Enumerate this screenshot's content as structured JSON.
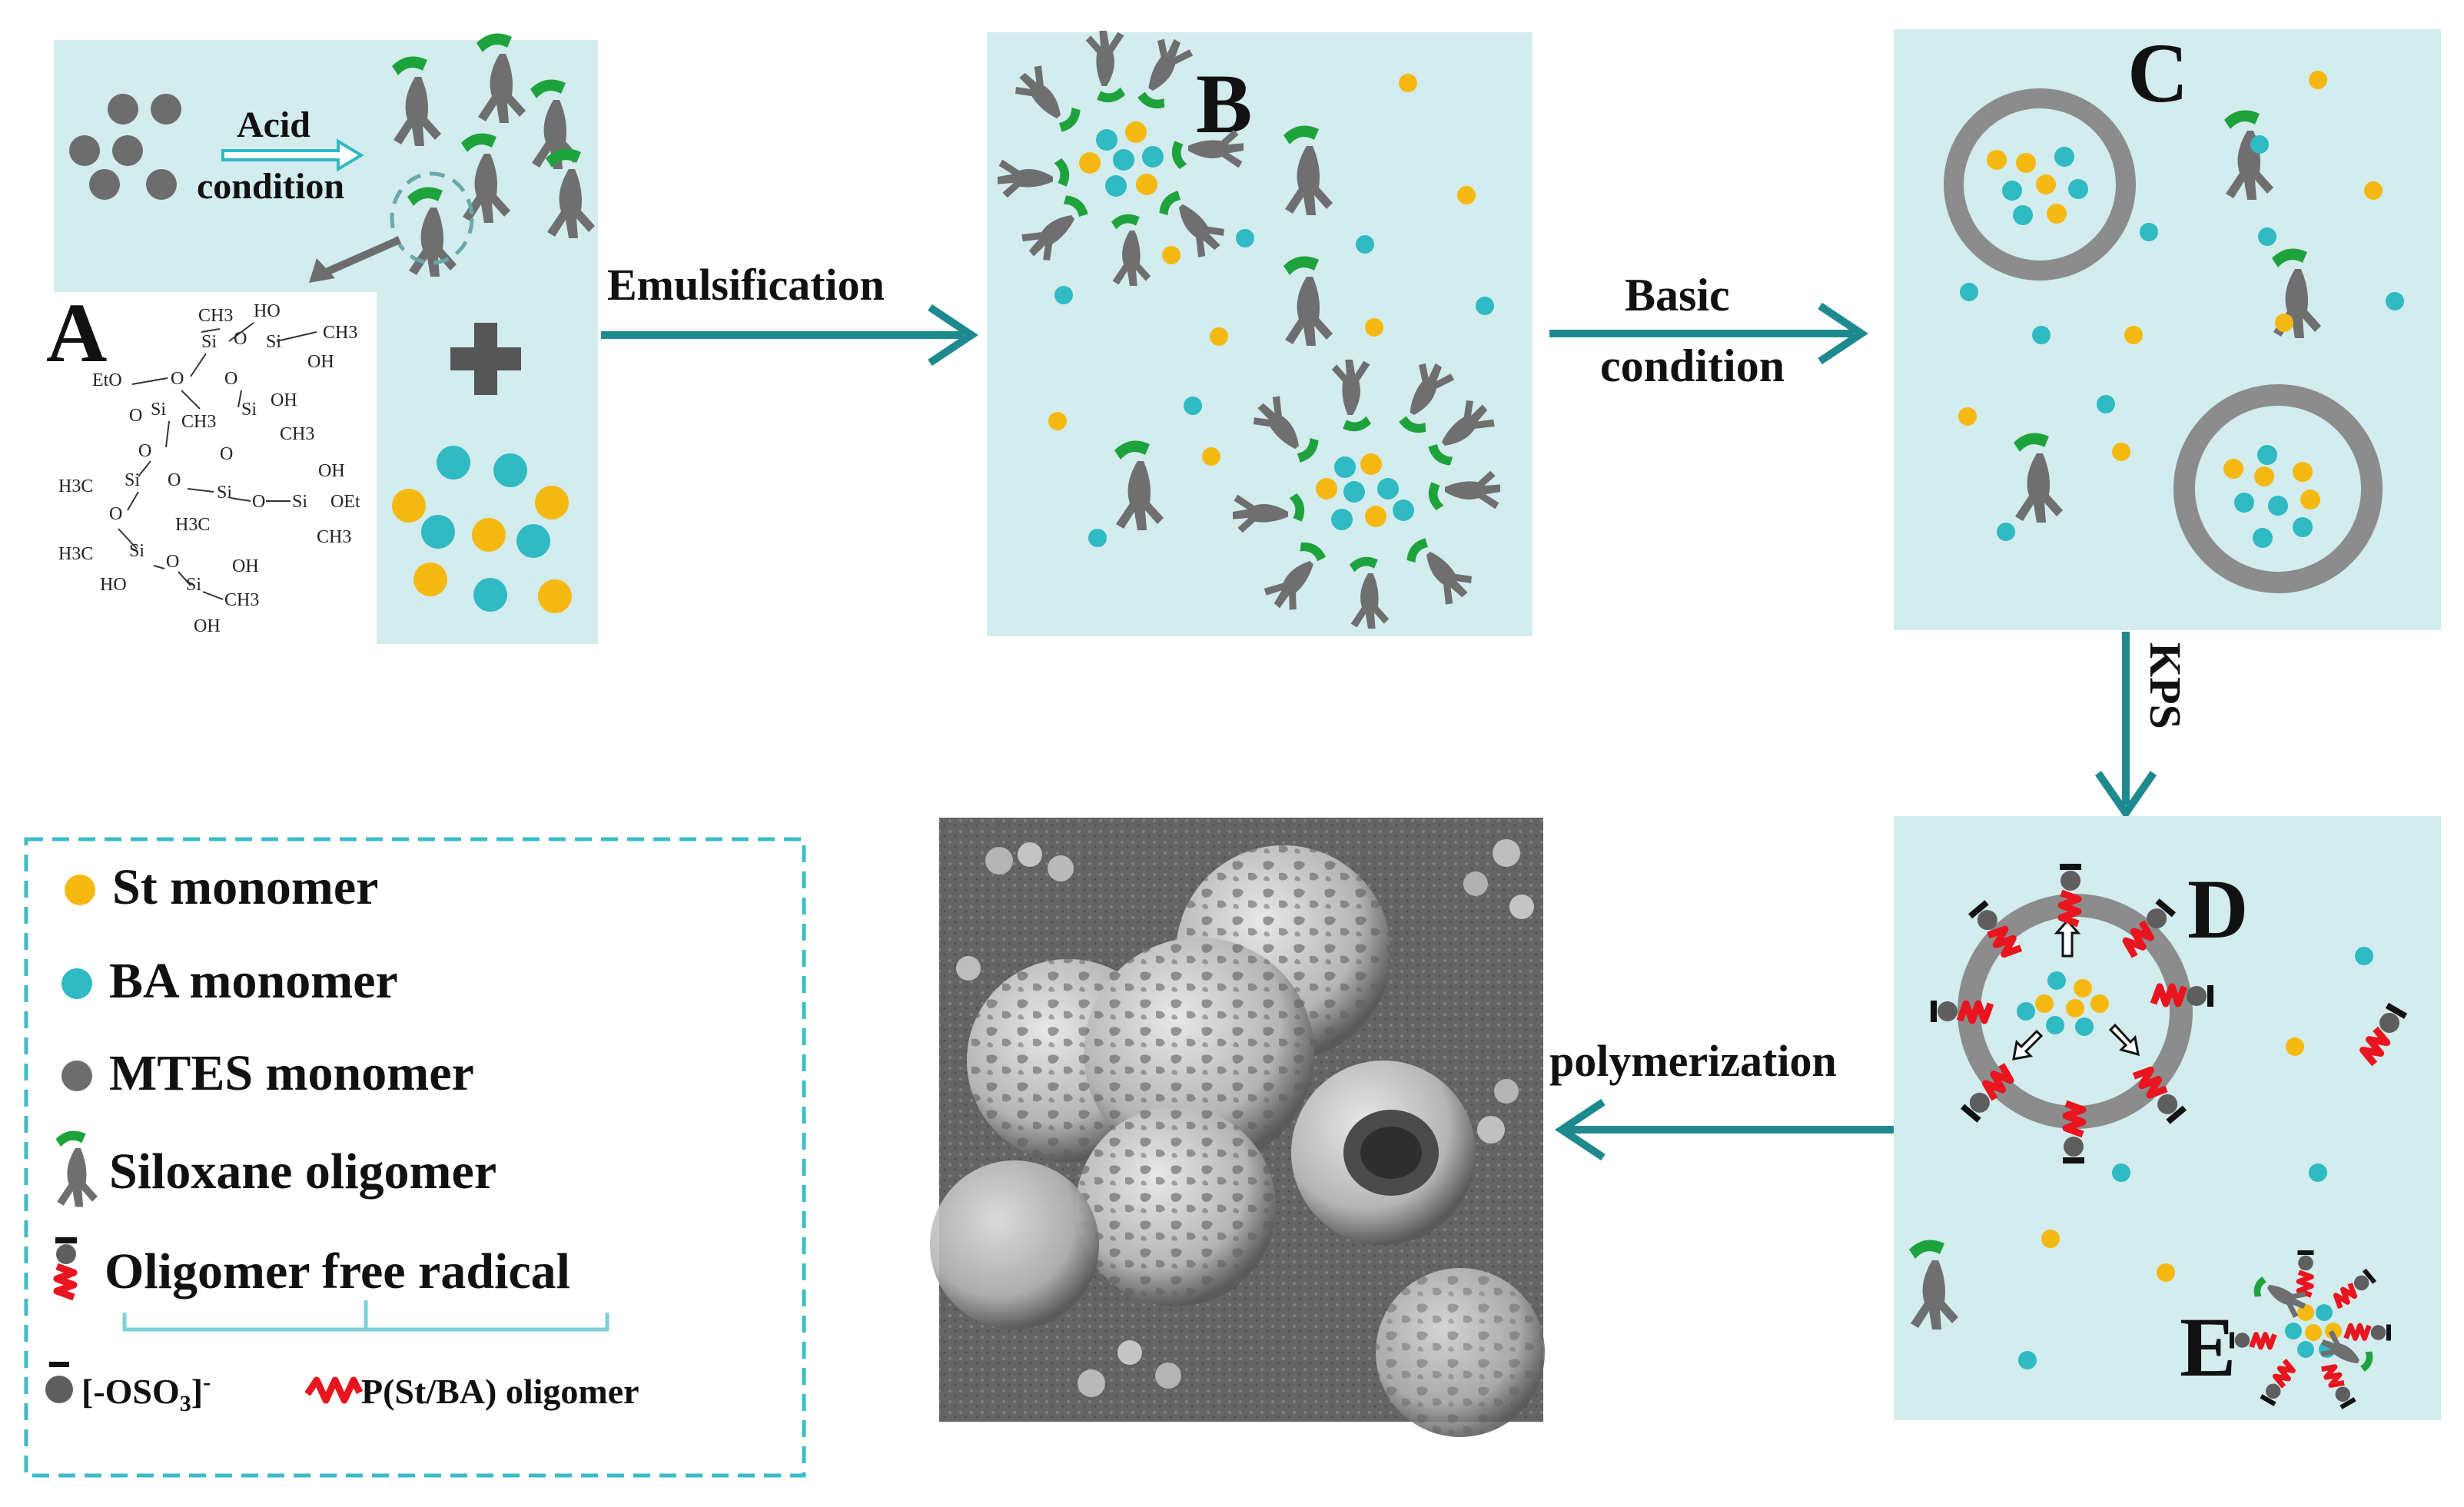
{
  "panels": {
    "A": {
      "label": "A",
      "acid_line1": "Acid",
      "acid_line2": "condition"
    },
    "B": {
      "label": "B"
    },
    "C": {
      "label": "C"
    },
    "D": {
      "label": "D"
    },
    "E": {
      "label": "E"
    }
  },
  "arrows": {
    "emulsification": "Emulsification",
    "basic_line1": "Basic",
    "basic_line2": "condition",
    "kps": "KPS",
    "polymerization": "polymerization"
  },
  "chemical_structure": {
    "texts": [
      "HO",
      "CH3",
      "Si",
      "O",
      "Si",
      "CH3",
      "EtO",
      "O",
      "OH",
      "O",
      "O",
      "Si",
      "CH3",
      "Si",
      "OH",
      "CH3",
      "O",
      "O",
      "OH",
      "H3C",
      "Si",
      "O",
      "Si",
      "O",
      "Si",
      "OEt",
      "H3C",
      "CH3",
      "O",
      "H3C",
      "Si",
      "O",
      "OH",
      "HO",
      "Si",
      "CH3",
      "OH"
    ]
  },
  "legend": {
    "items": [
      {
        "key": "st",
        "label": "St monomer"
      },
      {
        "key": "ba",
        "label": "BA monomer"
      },
      {
        "key": "mtes",
        "label": "MTES monomer"
      },
      {
        "key": "siloxane",
        "label": "Siloxane oligomer"
      },
      {
        "key": "radical",
        "label": "Oligomer free radical"
      }
    ],
    "sub_oso3": "[-OSO",
    "sub_oso3_sub": "3",
    "sub_oso3_end": "]",
    "sub_oso3_sup": "-",
    "sub_oligomer": "P(St/BA) oligomer"
  },
  "colors": {
    "panel_bg": "#d3ecee",
    "teal_arrow": "#1e8a8f",
    "st": "#f5b912",
    "ba": "#2fbac4",
    "mtes": "#6d6d6d",
    "green": "#1ea33c",
    "red": "#e8141e",
    "shell": "#8c8c8c",
    "legend_border": "#3cbcc6"
  },
  "icons": [
    "siloxane-oligomer-icon",
    "free-radical-icon",
    "plus-icon",
    "sem-micrograph"
  ]
}
